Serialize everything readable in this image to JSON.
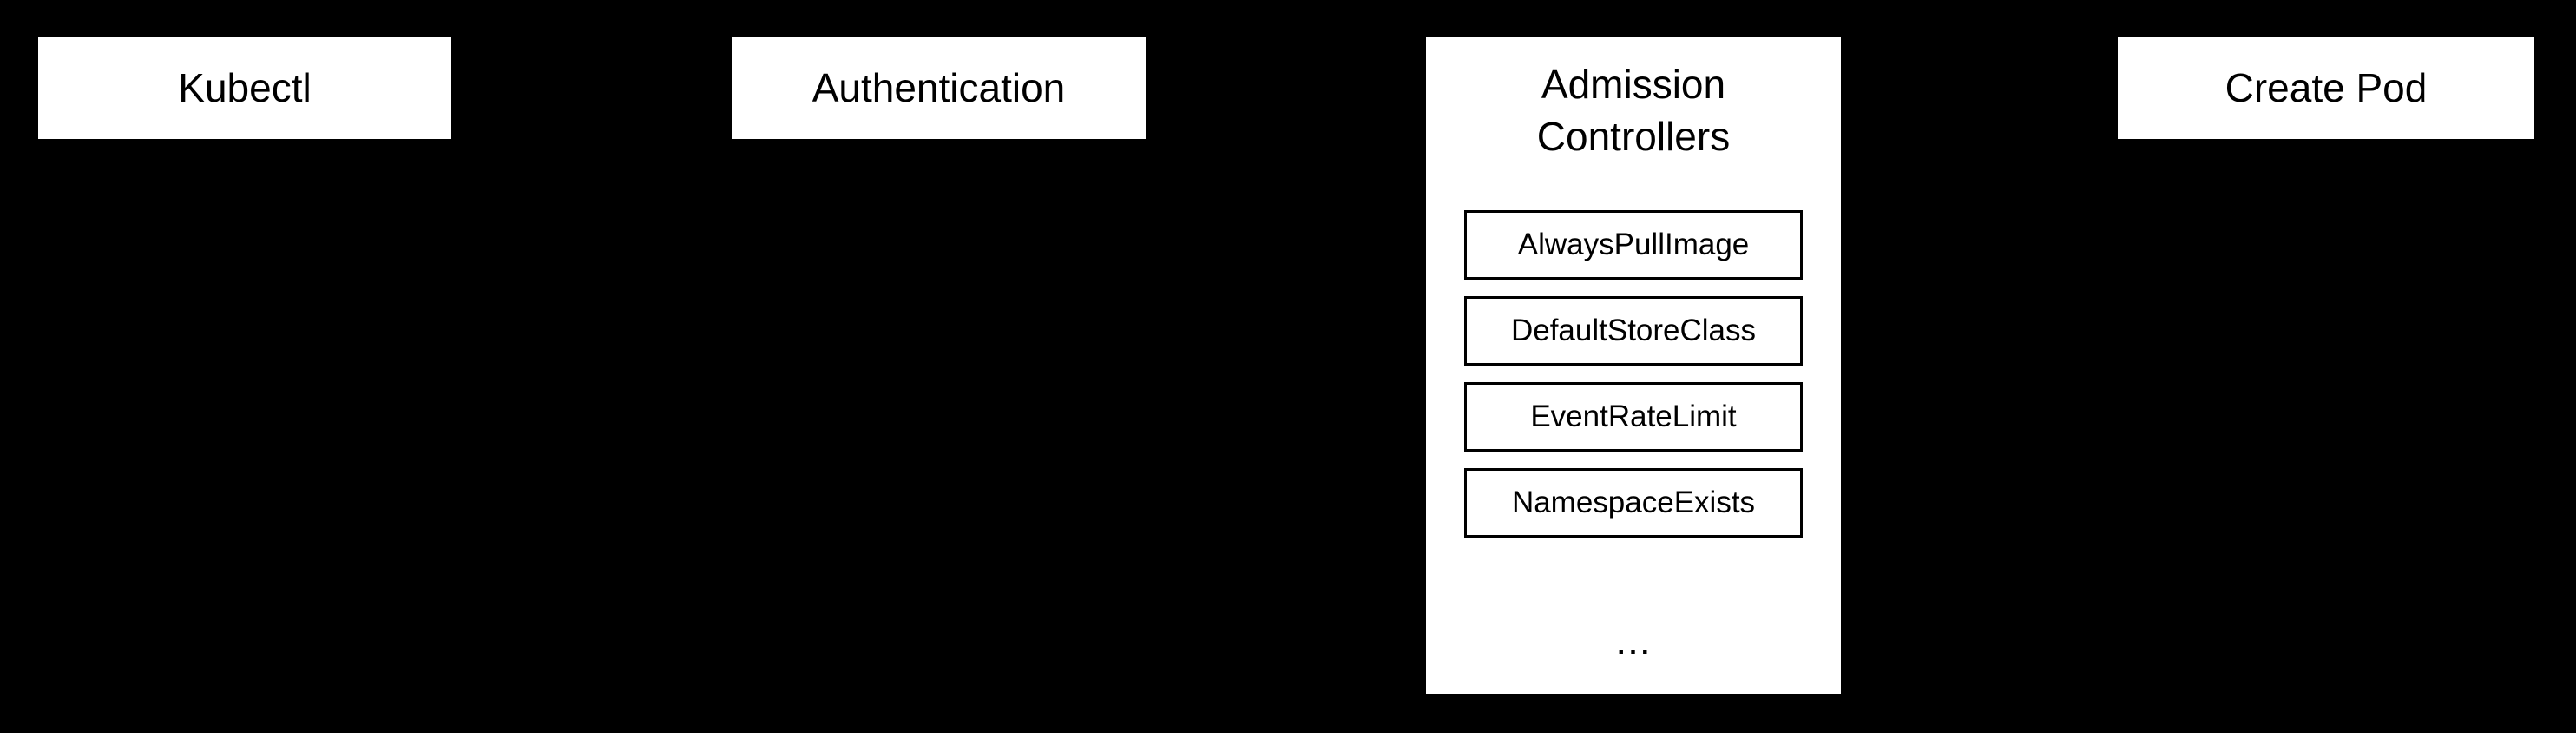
{
  "canvas": {
    "background_color": "#000000",
    "node_fill_color": "#ffffff",
    "text_color": "#000000",
    "inner_border_color": "#000000"
  },
  "diagram": {
    "type": "flow",
    "nodes": [
      {
        "id": "kubectl",
        "label": "Kubectl"
      },
      {
        "id": "authentication",
        "label": "Authentication"
      },
      {
        "id": "admission-controllers",
        "label": "Admission Controllers",
        "label_lines": [
          "Admission",
          "Controllers"
        ],
        "children": [
          "AlwaysPullImage",
          "DefaultStoreClass",
          "EventRateLimit",
          "NamespaceExists"
        ],
        "ellipsis": "..."
      },
      {
        "id": "create-pod",
        "label": "Create Pod"
      }
    ]
  }
}
